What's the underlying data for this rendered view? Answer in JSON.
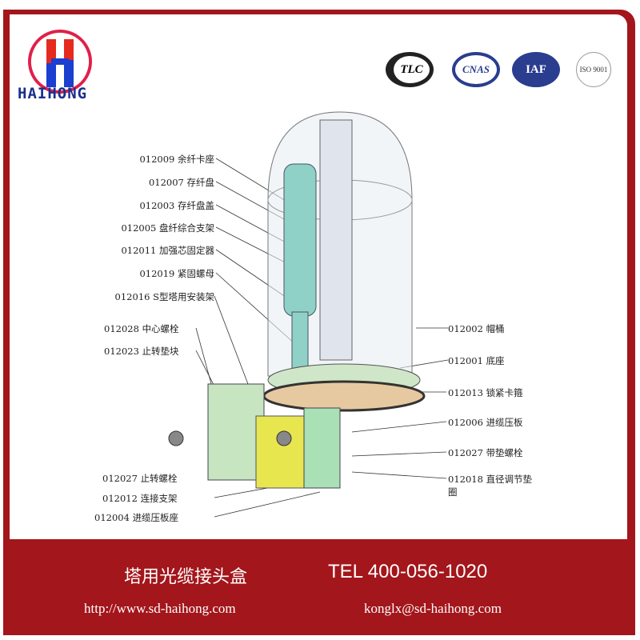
{
  "brand": {
    "name": "HAIHONG",
    "logo_letter": "H"
  },
  "certifications": [
    "TLC",
    "CNAS",
    "IAF",
    "ISO 9001"
  ],
  "left_labels": [
    {
      "code": "012009",
      "name": "余纤卡座"
    },
    {
      "code": "012007",
      "name": "存纤盘"
    },
    {
      "code": "012003",
      "name": "存纤盘盖"
    },
    {
      "code": "012005",
      "name": "盘纤综合支架"
    },
    {
      "code": "012011",
      "name": "加强芯固定器"
    },
    {
      "code": "012019",
      "name": "紧固螺母"
    },
    {
      "code": "012016",
      "name": "S型塔用安装架"
    },
    {
      "code": "012028",
      "name": "中心螺栓"
    },
    {
      "code": "012023",
      "name": "止转垫块"
    }
  ],
  "bottom_labels": [
    {
      "code": "012027",
      "name": "止转螺栓"
    },
    {
      "code": "012012",
      "name": "连接支架"
    },
    {
      "code": "012004",
      "name": "进缆压板座"
    }
  ],
  "right_labels": [
    {
      "code": "012002",
      "name": "帽桶"
    },
    {
      "code": "012001",
      "name": "底座"
    },
    {
      "code": "012013",
      "name": "锁紧卡箍"
    },
    {
      "code": "012006",
      "name": "进缆压板"
    },
    {
      "code": "012027",
      "name": "带垫螺栓"
    },
    {
      "code": "012018",
      "name": "直径调节垫圈"
    }
  ],
  "footer": {
    "product": "塔用光缆接头盒",
    "tel": "TEL 400-056-1020",
    "url": "http://www.sd-haihong.com",
    "email": "konglx@sd-haihong.com"
  }
}
